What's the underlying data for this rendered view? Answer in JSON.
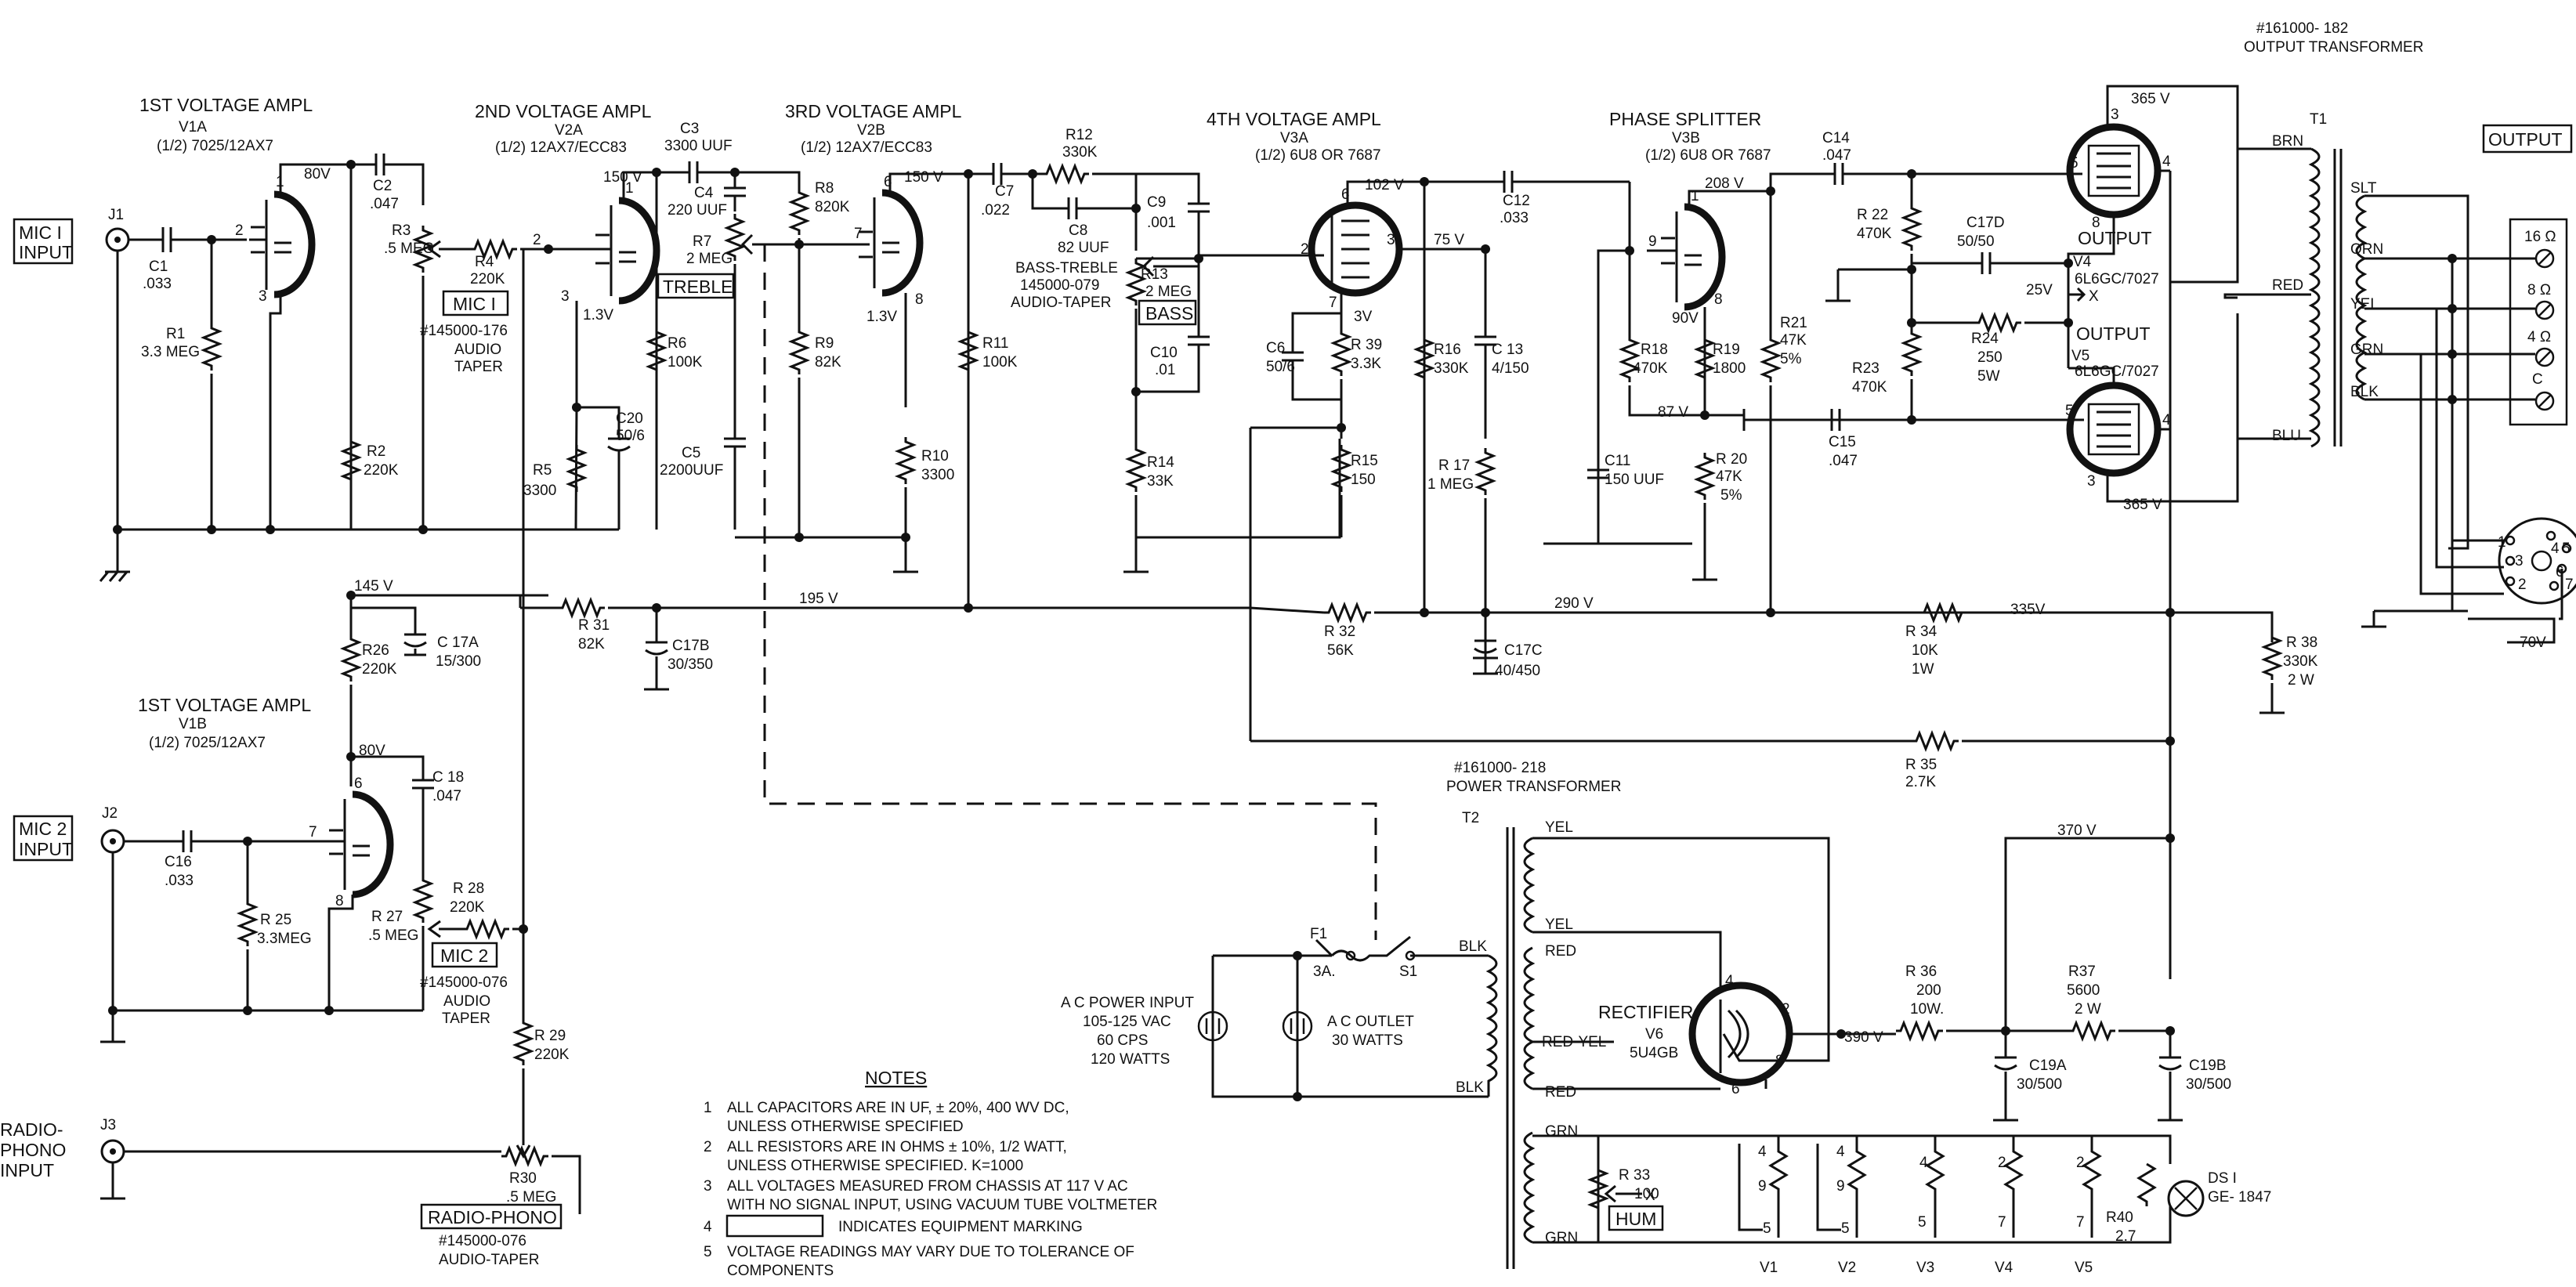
{
  "stages": {
    "v1a": {
      "title": "1ST VOLTAGE AMPL",
      "tube": "V1A",
      "type": "(1/2) 7025/12AX7",
      "plate_v": "80V"
    },
    "v2a": {
      "title": "2ND VOLTAGE AMPL",
      "tube": "V2A",
      "type": "(1/2) 12AX7/ECC83",
      "plate_v": "150 V",
      "cathode_v": "1.3V"
    },
    "v2b": {
      "title": "3RD VOLTAGE AMPL",
      "tube": "V2B",
      "type": "(1/2) 12AX7/ECC83",
      "plate_v": "150 V",
      "cathode_v": "1.3V"
    },
    "v3a": {
      "title": "4TH VOLTAGE AMPL",
      "tube": "V3A",
      "type": "(1/2) 6U8 OR 7687",
      "plate_v": "102 V",
      "cathode_v": "3V"
    },
    "v3b": {
      "title": "PHASE SPLITTER",
      "tube": "V3B",
      "type": "(1/2) 6U8 OR 7687",
      "plate_v": "208 V",
      "cathode_v": "90V",
      "grid_v": "87 V"
    },
    "v1b": {
      "title": "1ST VOLTAGE AMPL",
      "tube": "V1B",
      "type": "(1/2) 7025/12AX7",
      "plate_v": "80V"
    },
    "v4": {
      "title": "OUTPUT",
      "tube": "V4",
      "type": "6L6GC/7027"
    },
    "v5": {
      "title": "OUTPUT",
      "tube": "V5",
      "type": "6L6GC/7027"
    },
    "v6": {
      "title": "RECTIFIER",
      "tube": "V6",
      "type": "5U4GB"
    }
  },
  "inputs": {
    "mic1": {
      "label1": "MIC I",
      "label2": "INPUT",
      "jack": "J1"
    },
    "mic2": {
      "label1": "MIC 2",
      "label2": "INPUT",
      "jack": "J2"
    },
    "radio": {
      "label1": "RADIO-",
      "label2": "PHONO",
      "label3": "INPUT",
      "jack": "J3"
    }
  },
  "components": {
    "c1": [
      "C1",
      ".033"
    ],
    "r1": [
      "R1",
      "3.3 MEG"
    ],
    "c2": [
      "C2",
      ".047"
    ],
    "r3": [
      "R3",
      ".5 MEG"
    ],
    "r4": [
      "R4",
      "220K"
    ],
    "r2": [
      "R2",
      "220K"
    ],
    "c3": [
      "C3",
      "3300 UUF"
    ],
    "c4": [
      "C4",
      "220 UUF"
    ],
    "r7": [
      "R7",
      "2 MEG"
    ],
    "r6": [
      "R6",
      "100K"
    ],
    "r5": [
      "R5",
      "3300"
    ],
    "c20": [
      "C20",
      "50/6"
    ],
    "c5": [
      "C5",
      "2200UUF"
    ],
    "r8": [
      "R8",
      "820K"
    ],
    "r9": [
      "R9",
      "82K"
    ],
    "r10": [
      "R10",
      "3300"
    ],
    "c7": [
      "C7",
      ".022"
    ],
    "r11": [
      "R11",
      "100K"
    ],
    "r12": [
      "R12",
      "330K"
    ],
    "c8": [
      "C8",
      "82 UUF"
    ],
    "c9": [
      "C9",
      ".001"
    ],
    "r13": [
      "R13",
      "2 MEG"
    ],
    "c10": [
      "C10",
      ".01"
    ],
    "r14": [
      "R14",
      "33K"
    ],
    "c6": [
      "C6",
      "50/6"
    ],
    "r39": [
      "R 39",
      "3.3K"
    ],
    "r15": [
      "R15",
      "150"
    ],
    "c12": [
      "C12",
      ".033"
    ],
    "r16": [
      "R16",
      "330K"
    ],
    "c13": [
      "C 13",
      "4/150"
    ],
    "r17": [
      "R 17",
      "1 MEG"
    ],
    "c11": [
      "C11",
      "150 UUF"
    ],
    "r18": [
      "R18",
      "470K"
    ],
    "r19": [
      "R19",
      "1800"
    ],
    "r20": [
      "R 20",
      "47K",
      "5%"
    ],
    "r21": [
      "R21",
      "47K",
      "5%"
    ],
    "c14": [
      "C14",
      ".047"
    ],
    "r22": [
      "R 22",
      "470K"
    ],
    "c17d": [
      "C17D",
      "50/50"
    ],
    "r23": [
      "R23",
      "470K"
    ],
    "r24": [
      "R24",
      "250",
      "5W"
    ],
    "c15": [
      "C15",
      ".047"
    ],
    "r26": [
      "R26",
      "220K"
    ],
    "c17a": [
      "C 17A",
      "15/300"
    ],
    "r31": [
      "R 31",
      "82K"
    ],
    "c17b": [
      "C17B",
      "30/350"
    ],
    "r32": [
      "R 32",
      "56K"
    ],
    "c17c": [
      "C17C",
      "40/450"
    ],
    "r34": [
      "R 34",
      "10K",
      "1W"
    ],
    "r38": [
      "R 38",
      "330K",
      "2 W"
    ],
    "r35": [
      "R 35",
      "2.7K"
    ],
    "c18": [
      "C 18",
      ".047"
    ],
    "c16": [
      "C16",
      ".033"
    ],
    "r25": [
      "R 25",
      "3.3MEG"
    ],
    "r27": [
      "R 27",
      ".5 MEG"
    ],
    "r28": [
      "R 28",
      "220K"
    ],
    "r29": [
      "R 29",
      "220K"
    ],
    "r30": [
      "R30",
      ".5 MEG"
    ],
    "r36": [
      "R 36",
      "200",
      "10W."
    ],
    "r37": [
      "R37",
      "5600",
      "2 W"
    ],
    "c19a": [
      "C19A",
      "30/500"
    ],
    "c19b": [
      "C19B",
      "30/500"
    ],
    "r33": [
      "R 33",
      "100"
    ],
    "r40": [
      "R40",
      "2.7"
    ],
    "ds1": [
      "DS I",
      "GE- 1847"
    ],
    "f1": [
      "F1",
      "3A."
    ],
    "s1": "S1"
  },
  "markings": {
    "mic1_box": "MIC I",
    "mic1_part": "#145000-176",
    "mic1_taper1": "AUDIO",
    "mic1_taper2": "TAPER",
    "treble_box": "TREBLE",
    "bass_treble": "BASS-TREBLE",
    "bass_part": "145000-079",
    "bass_taper": "AUDIO-TAPER",
    "bass_box": "BASS",
    "mic2_box": "MIC 2",
    "mic2_part": "#145000-076",
    "mic2_taper1": "AUDIO",
    "mic2_taper2": "TAPER",
    "radio_box": "RADIO-PHONO",
    "radio_part": "#145000-076",
    "radio_taper": "AUDIO-TAPER",
    "hum_box": "HUM"
  },
  "voltages": {
    "v145": "145 V",
    "v195": "195 V",
    "v290": "290 V",
    "v335": "335V",
    "v75": "75 V",
    "v25": "25V",
    "v365a": "365 V",
    "v365b": "365 V",
    "v370": "370 V",
    "v390": "390 V",
    "v70": "70V"
  },
  "transformers": {
    "output_part": "#161000- 182",
    "output_name": "OUTPUT TRANSFORMER",
    "t1": "T1",
    "leads": [
      "BRN",
      "RED",
      "BLU"
    ],
    "sec_leads": [
      "SLT",
      "ORN",
      "YEL",
      "GRN",
      "BLK"
    ],
    "power_part": "#161000- 218",
    "power_name": "POWER TRANSFORMER",
    "t2": "T2",
    "power_leads": [
      "YEL",
      "YEL",
      "RED",
      "RED-YEL",
      "RED",
      "GRN",
      "GRN"
    ],
    "primary_leads": [
      "BLK",
      "BLK"
    ]
  },
  "output": {
    "title": "OUTPUT",
    "taps": [
      "16 Ω",
      "8 Ω",
      "4 Ω",
      "C"
    ],
    "socket_pins": [
      "1",
      "2",
      "3",
      "4",
      "5",
      "6",
      "7"
    ]
  },
  "power": {
    "label1": "A C POWER INPUT",
    "label2": "105-125 VAC",
    "label3": "60 CPS",
    "label4": "120 WATTS",
    "outlet1": "A C OUTLET",
    "outlet2": "30 WATTS"
  },
  "heaters": {
    "tubes": [
      "V1",
      "V2",
      "V3",
      "V4",
      "V5"
    ],
    "pins": {
      "v1": [
        "4",
        "9",
        "5"
      ],
      "v2": [
        "4",
        "9",
        "5"
      ],
      "v3": [
        "4",
        "5"
      ],
      "v4": [
        "2",
        "7"
      ],
      "v5": [
        "2",
        "7"
      ]
    }
  },
  "pins": {
    "v1a": [
      "1",
      "2",
      "3"
    ],
    "v2a": [
      "1",
      "2",
      "3"
    ],
    "v2b": [
      "6",
      "7",
      "8"
    ],
    "v3a": [
      "6",
      "2",
      "3",
      "7"
    ],
    "v3b": [
      "1",
      "9",
      "8"
    ],
    "v1b": [
      "6",
      "7",
      "8"
    ],
    "v4": [
      "3",
      "5",
      "4",
      "8"
    ],
    "v5": [
      "5",
      "4",
      "3"
    ],
    "v6": [
      "4",
      "2",
      "8",
      "6"
    ]
  },
  "notes": {
    "title": "NOTES",
    "items": [
      {
        "n": "1",
        "l1": "ALL CAPACITORS ARE IN UF, ± 20%, 400 WV DC,",
        "l2": "UNLESS OTHERWISE SPECIFIED"
      },
      {
        "n": "2",
        "l1": "ALL RESISTORS ARE IN OHMS ± 10%, 1/2 WATT,",
        "l2": "UNLESS OTHERWISE SPECIFIED. K=1000"
      },
      {
        "n": "3",
        "l1": "ALL VOLTAGES MEASURED FROM CHASSIS AT 117 V AC",
        "l2": "WITH NO SIGNAL INPUT, USING VACUUM TUBE VOLTMETER"
      },
      {
        "n": "4",
        "l1": "INDICATES EQUIPMENT MARKING",
        "l2": ""
      },
      {
        "n": "5",
        "l1": "VOLTAGE READINGS MAY VARY DUE   TO TOLERANCE OF",
        "l2": "COMPONENTS"
      }
    ]
  }
}
